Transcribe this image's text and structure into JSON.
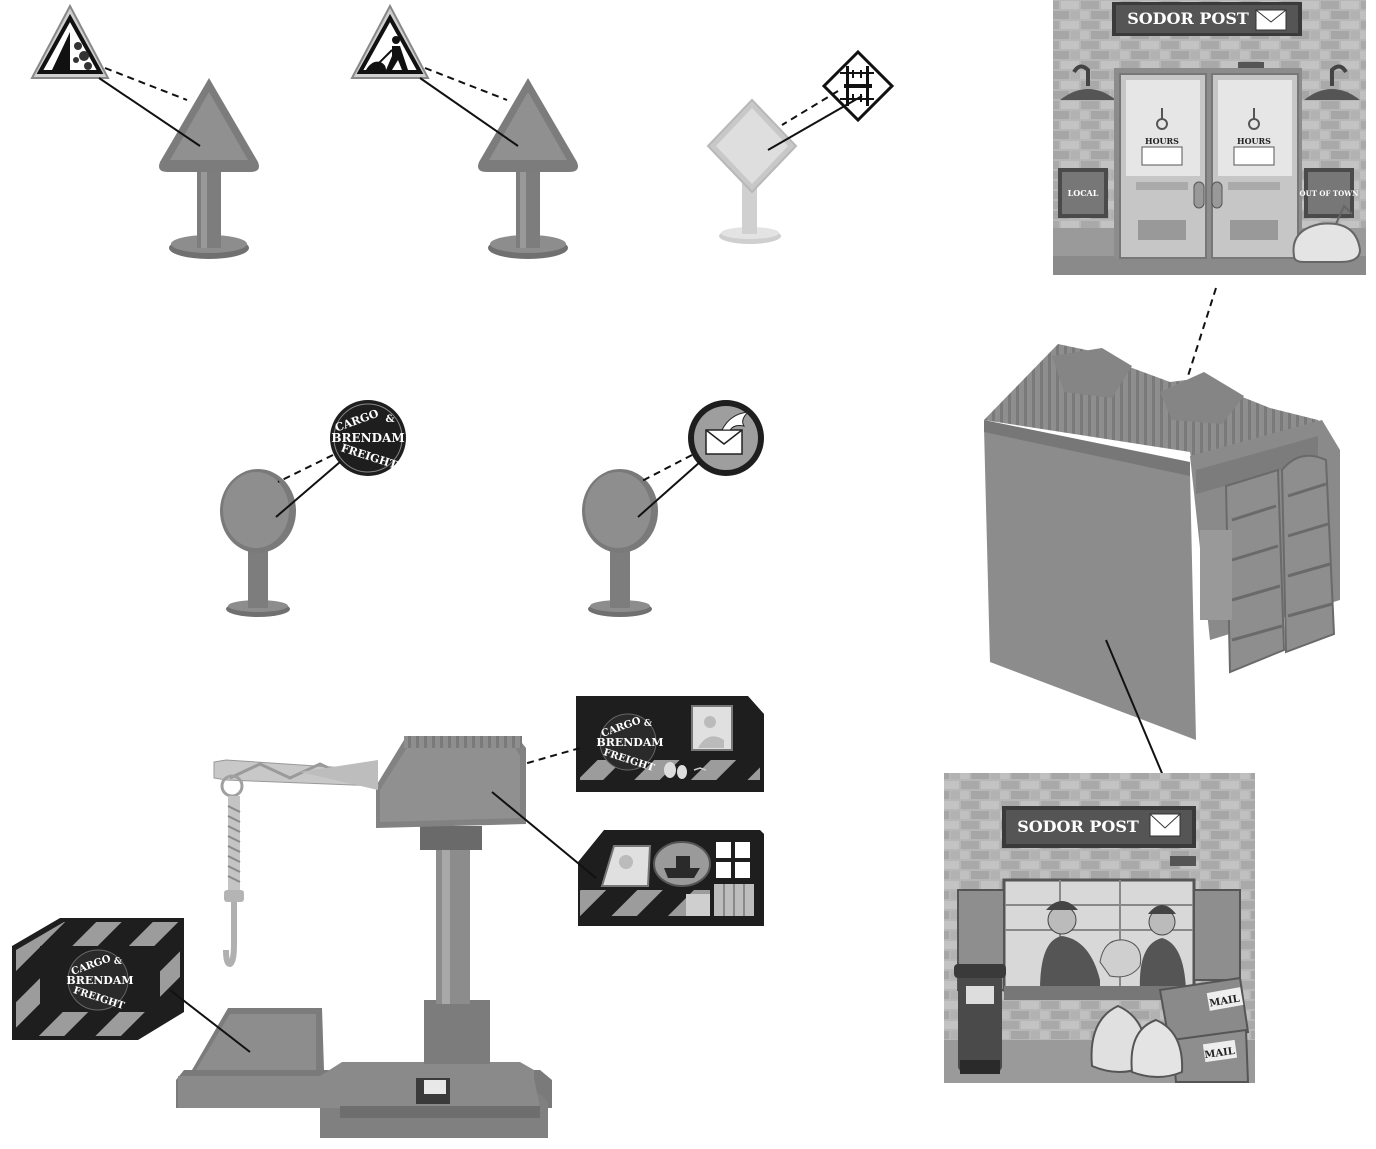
{
  "colors": {
    "part_gray": "#8f8f8f",
    "part_dark": "#6a6a6a",
    "part_light": "#d4d4d4",
    "sticker_black": "#1e1e1e",
    "brick": "#b9b9b9",
    "line": "#111111"
  },
  "signs": [
    {
      "id": "falling-rocks-sign",
      "sticker_icon": "falling-rocks-icon",
      "shape": "triangle"
    },
    {
      "id": "men-at-work-sign",
      "sticker_icon": "worker-digging-icon",
      "shape": "triangle"
    },
    {
      "id": "railroad-crossing-sign",
      "sticker_icon": "rail-crossing-icon",
      "shape": "diamond"
    }
  ],
  "round_signs": {
    "cargo": {
      "line1": "CARGO",
      "amp": "&",
      "line2": "BRENDAM",
      "line3": "FREIGHT"
    },
    "mail": {
      "sticker_icon": "winged-envelope-icon"
    }
  },
  "crane": {
    "cab_sticker_1": {
      "line1": "CARGO",
      "amp": "&",
      "line2": "BRENDAM",
      "line3": "FREIGHT",
      "icons": [
        "driver-window-icon",
        "seagulls-icon"
      ]
    },
    "cab_sticker_2": {
      "icons": [
        "driver-window-icon",
        "ship-icon",
        "window-icon",
        "door-icon"
      ]
    },
    "base_sticker": {
      "line1": "CARGO",
      "amp": "&",
      "line2": "BRENDAM",
      "line3": "FREIGHT"
    }
  },
  "post_office": {
    "front_panel": {
      "sign": "SODOR POST",
      "hours_left": "HOURS",
      "hours_right": "HOURS",
      "mailbox_left": "LOCAL",
      "mailbox_right": "OUT OF TOWN"
    },
    "back_panel": {
      "sign": "SODOR POST",
      "crate_top": "MAIL",
      "crate_bottom": "MAIL"
    }
  }
}
